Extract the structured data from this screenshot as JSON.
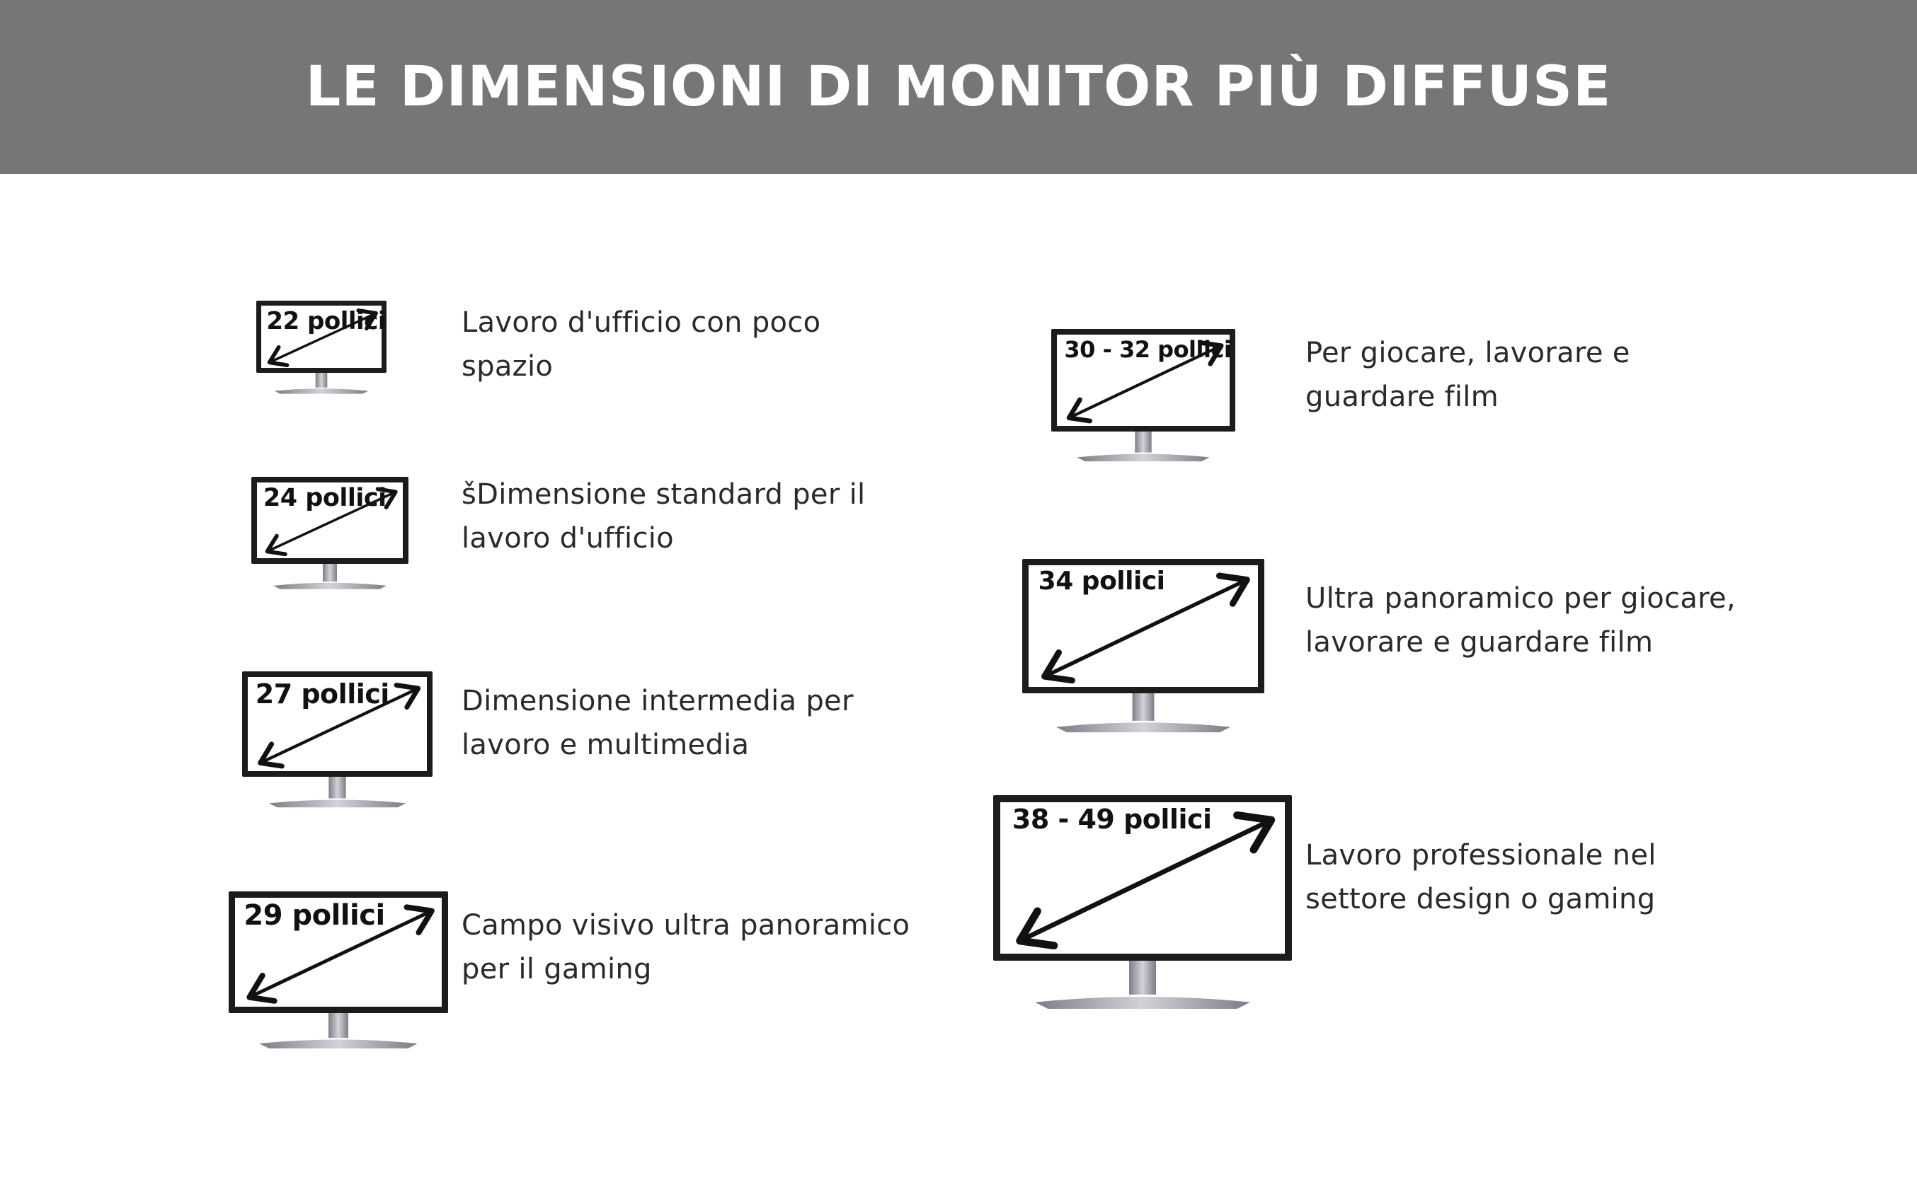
{
  "title": "LE DIMENSIONI DI MONITOR PIÙ DIFFUSE",
  "colors": {
    "header_bg": "#767676",
    "title_text": "#ffffff",
    "monitor_frame": "#1c1c1c",
    "stand": "#a6a6ad"
  },
  "monitors": [
    {
      "size": "22 pollici",
      "description_lines": [
        "Lavoro d'ufficio con poco",
        "spazio"
      ]
    },
    {
      "size": "24 pollici",
      "description_lines": [
        "šDimensione standard per il",
        "lavoro d'ufficio"
      ]
    },
    {
      "size": "27 pollici",
      "description_lines": [
        "Dimensione intermedia per",
        "lavoro e multimedia"
      ]
    },
    {
      "size": "29 pollici",
      "description_lines": [
        "Campo visivo ultra panoramico",
        "per il gaming"
      ]
    },
    {
      "size": "30 - 32 pollici",
      "description_lines": [
        "Per giocare, lavorare e",
        "guardare film"
      ]
    },
    {
      "size": "34 pollici",
      "description_lines": [
        "Ultra panoramico per giocare,",
        "lavorare e guardare film"
      ]
    },
    {
      "size": "38 - 49 pollici",
      "description_lines": [
        "Lavoro professionale nel",
        "settore design o gaming"
      ]
    }
  ]
}
